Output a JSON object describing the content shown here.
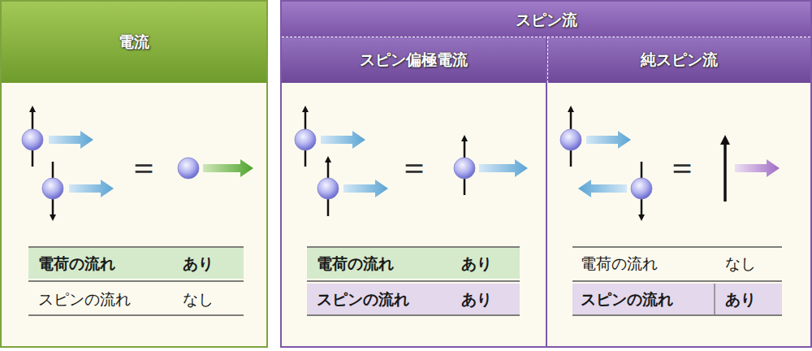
{
  "diagram": {
    "nodes": [
      {
        "text": [
          "電流"
        ]
      },
      {
        "text": [
          "スピン流"
        ]
      },
      {
        "text": [
          "スピン偏極電流"
        ],
        "in": 1
      },
      {
        "text": [
          "純スピン流"
        ],
        "in": 1
      }
    ],
    "labels": [
      "＝",
      "電荷の流れ",
      "あり",
      "スピンの流れ",
      "なし",
      "＝",
      "電荷の流れ",
      "あり",
      "スピンの流れ",
      "あり",
      "＝",
      "電荷の流れ",
      "なし",
      "スピンの流れ",
      "あり"
    ]
  }
}
